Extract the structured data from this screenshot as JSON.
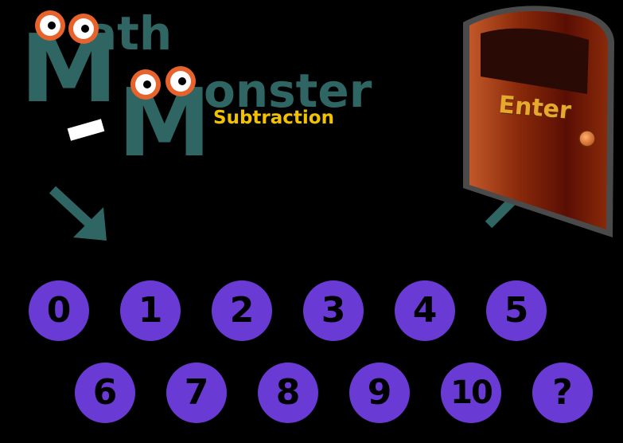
{
  "logo": {
    "m1": "M",
    "ath": "ath",
    "m2": "M",
    "onster": "onster",
    "subtitle": "Subtraction"
  },
  "door": {
    "label": "Enter"
  },
  "answers": {
    "row1": [
      "0",
      "1",
      "2",
      "3",
      "4",
      "5"
    ],
    "row2": [
      "6",
      "7",
      "8",
      "9",
      "10",
      "?"
    ]
  },
  "colors": {
    "background": "#000000",
    "logo_teal": "#2f6664",
    "subtitle_yellow": "#f2c200",
    "eye_orange": "#e8622c",
    "button_purple": "#6a3ad4",
    "door_red": "#7a1a06",
    "door_frame": "#4a4a4a",
    "enter_gold": "#e6a92e"
  },
  "icons": {
    "left_arrow": "arrow-down-right-icon",
    "right_arrow": "arrow-up-right-icon",
    "door": "door-icon",
    "door_knob": "door-knob-icon"
  }
}
